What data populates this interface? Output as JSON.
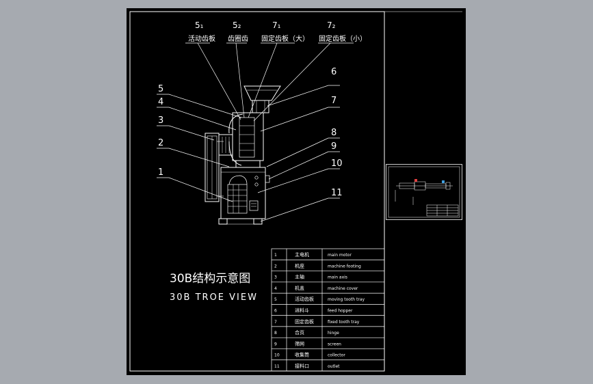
{
  "drawing": {
    "title_cn": "30B结构示意图",
    "title_en": "30B TROE VIEW",
    "callouts": [
      "1",
      "2",
      "3",
      "4",
      "5",
      "6",
      "7",
      "8",
      "9",
      "10",
      "11"
    ],
    "top_labels": [
      {
        "num": "5₁",
        "text": "活动齿板"
      },
      {
        "num": "5₂",
        "text": "齿圈齿"
      },
      {
        "num": "7₁",
        "text": "固定齿板（大）"
      },
      {
        "num": "7₂",
        "text": "固定齿板（小）"
      }
    ]
  },
  "parts_table": {
    "rows": [
      {
        "no": "1",
        "name": "主电机",
        "en": "main motor"
      },
      {
        "no": "2",
        "name": "机座",
        "en": "machine footing"
      },
      {
        "no": "3",
        "name": "主轴",
        "en": "main axis"
      },
      {
        "no": "4",
        "name": "机盖",
        "en": "machine cover"
      },
      {
        "no": "5",
        "name": "活动齿板",
        "en": "moving tooth tray"
      },
      {
        "no": "6",
        "name": "进料斗",
        "en": "feed hopper"
      },
      {
        "no": "7",
        "name": "固定齿板",
        "en": "fixed tooth tray"
      },
      {
        "no": "8",
        "name": "合页",
        "en": "hinge"
      },
      {
        "no": "9",
        "name": "筛网",
        "en": "screen"
      },
      {
        "no": "10",
        "name": "收集筒",
        "en": "collector"
      },
      {
        "no": "11",
        "name": "接料口",
        "en": "outlet"
      }
    ]
  },
  "colors": {
    "background": "#a6aab0",
    "sheet": "#000000",
    "line": "#ffffff"
  }
}
